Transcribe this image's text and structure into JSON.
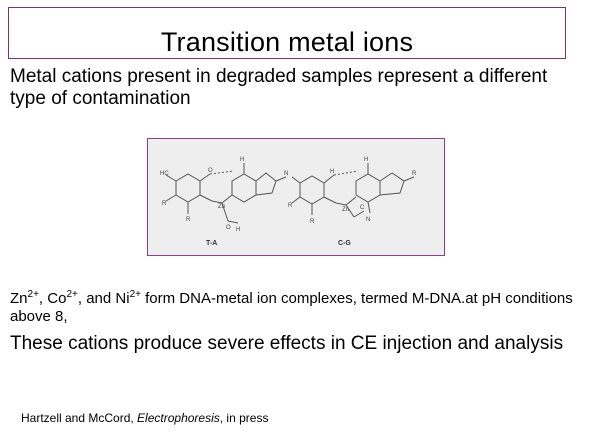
{
  "slide": {
    "title": "Transition metal ions",
    "intro_text": "Metal cations present in degraded samples represent a different type of contamination",
    "figure": {
      "labels": [
        "T-A",
        "C-G"
      ]
    },
    "metal_text": {
      "zn": "Zn",
      "zn_charge": "2+",
      "sep1": ", ",
      "co": "Co",
      "co_charge": "2+",
      "sep2": ", and ",
      "ni": "Ni",
      "ni_charge": "2+",
      "rest": " form DNA-metal ion complexes, termed M-DNA.at pH conditions above 8,"
    },
    "effects_text": "These cations produce severe effects in CE injection and analysis",
    "reference": {
      "authors": "Hartzell and McCord, ",
      "journal": "Electrophoresis",
      "tail": ", in press"
    }
  }
}
